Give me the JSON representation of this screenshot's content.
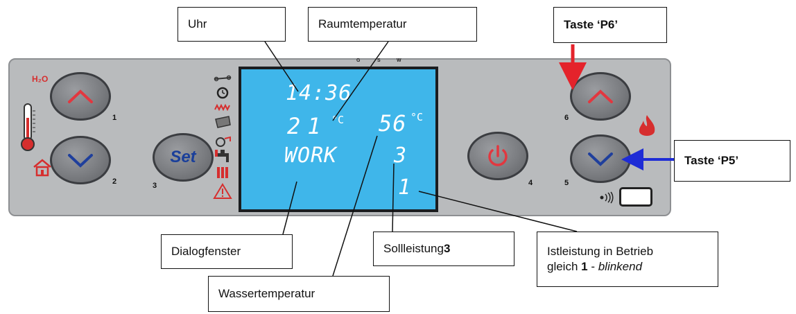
{
  "display": {
    "clock": "14:36",
    "room_temp": "21",
    "water_temp": "56",
    "temp_unit": "°C",
    "status": "WORK",
    "set_power": "3",
    "actual_power": "1",
    "mode_letters": [
      "G",
      "S",
      "W"
    ]
  },
  "panel": {
    "h2o_label": "H₂O",
    "set_label": "Set",
    "button_numbers": [
      "1",
      "2",
      "3",
      "4",
      "5",
      "6"
    ]
  },
  "callouts": {
    "clock": "Uhr",
    "room_temp": "Raumtemperatur",
    "dialog": "Dialogfenster",
    "water_temp": "Wassertemperatur",
    "set_power_text": "Sollleistung ",
    "set_power_value": "3",
    "actual_line1": "Istleistung in Betrieb",
    "actual_line2_prefix": "gleich ",
    "actual_line2_value": "1",
    "actual_line2_sep": " - ",
    "actual_line2_suffix": "blinkend",
    "p6": "Taste ‘P6’",
    "p5": "Taste ‘P5’"
  },
  "colors": {
    "panel": "#b9bbbd",
    "lcd": "#3fb6ea",
    "arrow_up": "#e2373f",
    "arrow_down": "#1f3f9c",
    "pointer_p6": "#e4232b",
    "pointer_p5": "#1e2cd6",
    "power_icon": "#e2373f"
  },
  "icons": [
    "wrench-icon",
    "clock-icon",
    "heating-icon",
    "fan-icon",
    "pump-icon",
    "tap-icon",
    "radiator-icon",
    "warning-icon",
    "thermometer-icon",
    "house-icon",
    "flame-icon",
    "sound-icon"
  ]
}
